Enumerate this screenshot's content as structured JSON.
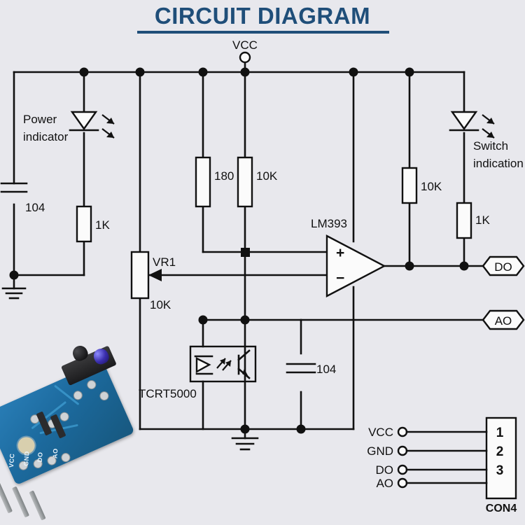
{
  "title": "CIRCUIT DIAGRAM",
  "net_labels": {
    "vcc": "VCC",
    "do": "DO",
    "ao": "AO"
  },
  "components": {
    "power_indicator_label_line1": "Power",
    "power_indicator_label_line2": "indicator",
    "switch_indication_label_line1": "Switch",
    "switch_indication_label_line2": "indication",
    "cap_input": "104",
    "cap_output": "104",
    "r_led_power": "1K",
    "r_180": "180",
    "r_10k_divider": "10K",
    "r_10k_pullup": "10K",
    "r_1k_led_switch": "1K",
    "pot_ref": "VR1",
    "pot_value": "10K",
    "comparator": "LM393",
    "sensor": "TCRT5000",
    "opamp_plus": "+",
    "opamp_minus": "−"
  },
  "connector": {
    "name": "CON4",
    "pins": [
      {
        "num": "1",
        "label": "VCC"
      },
      {
        "num": "2",
        "label": "GND"
      },
      {
        "num": "3",
        "label": "DO"
      },
      {
        "num": "",
        "label": "AO"
      }
    ]
  },
  "photo": {
    "silkscreen": [
      "VCC",
      "GND",
      "DO",
      "AO"
    ]
  },
  "colors": {
    "background": "#e8e8ed",
    "title": "#1f4e79",
    "wire": "#111111",
    "component_fill": "#fbfbfb",
    "pcb_blue": "#1c6a9e"
  }
}
